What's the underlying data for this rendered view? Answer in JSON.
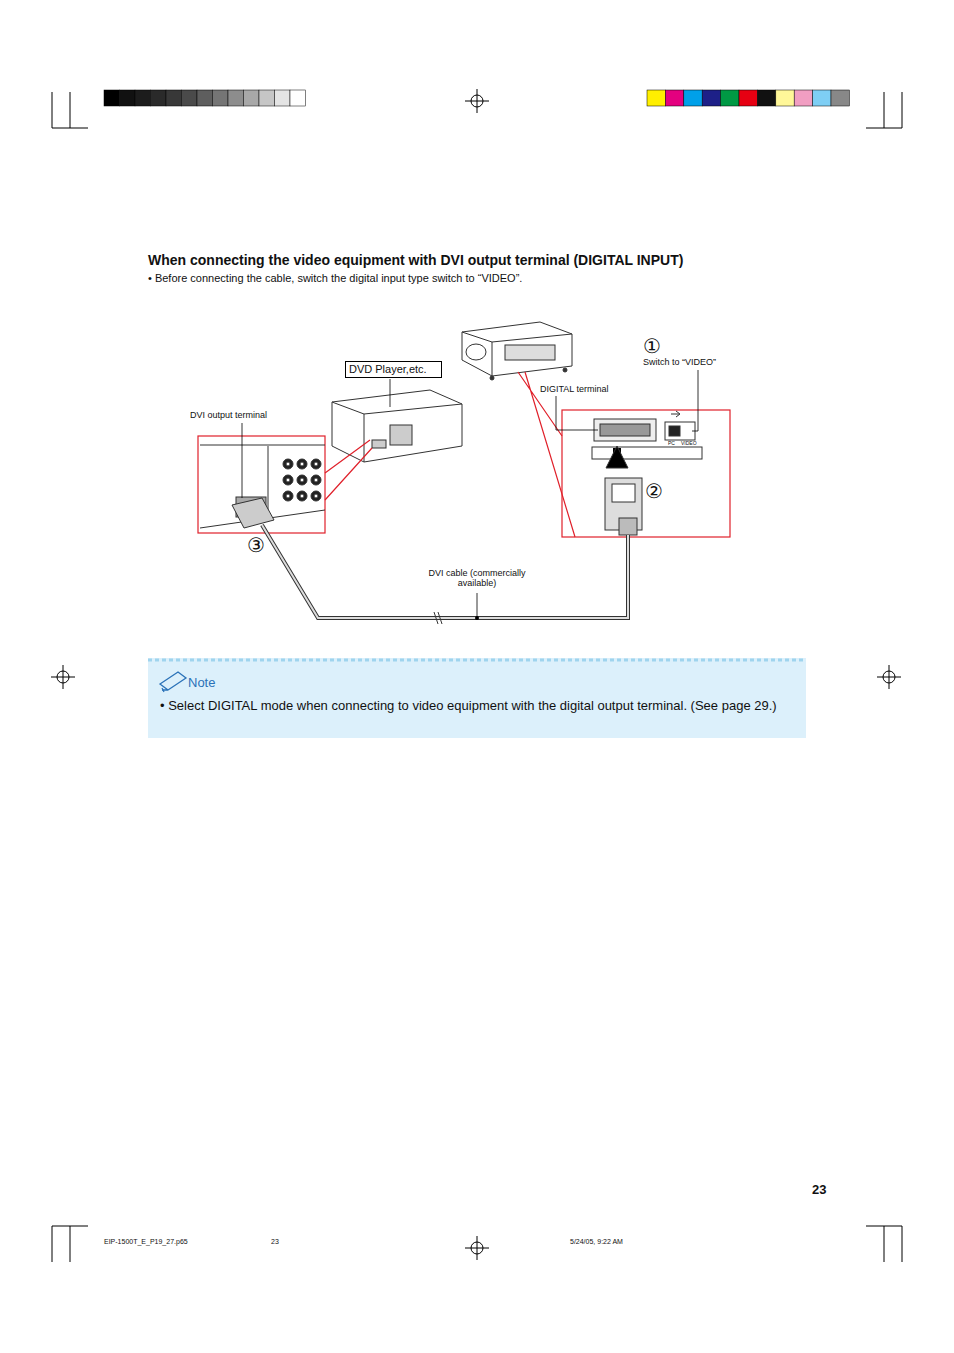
{
  "diagram": {
    "title": "When connecting the video equipment with DVI output terminal (DIGITAL INPUT)",
    "caption": "• Before connecting the cable, switch the digital input type switch to “VIDEO”.",
    "nodes": [
      {
        "text": [
          "DVD Player,etc."
        ]
      },
      {
        "text": [
          "Note",
          "• Select DIGITAL mode when connecting to video equipment with the digital output terminal. (See page 29.)"
        ]
      }
    ],
    "edges": [],
    "labels": [
      "①",
      "Switch to “VIDEO”",
      "DIGITAL terminal",
      "DVI output terminal",
      "②",
      "③",
      "DVI cable (commercially available)",
      "PC",
      "VIDEO",
      "23",
      "EIP-1500T_E_P19_27.p65",
      "23",
      "5/24/05, 9:22 AM"
    ]
  }
}
